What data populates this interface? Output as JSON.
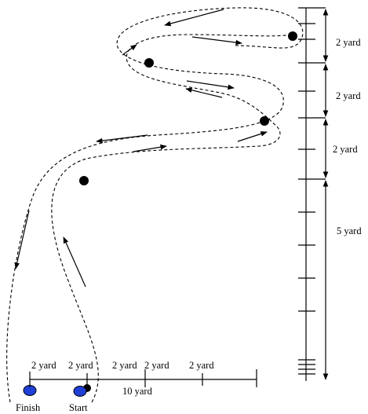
{
  "vertical_scale": {
    "labels": [
      "2 yard",
      "2 yard",
      "2 yard",
      "5 yard"
    ]
  },
  "horizontal_scale": {
    "labels": [
      "2 yard",
      "2 yard",
      "2 yard",
      "2 yard",
      "2 yard"
    ],
    "total_label": "10 yard"
  },
  "markers": {
    "finish_label": "Finish",
    "start_label": "Start"
  },
  "colors": {
    "cone": "#000000",
    "start_finish": "#1f3fd6",
    "path": "#000000"
  }
}
